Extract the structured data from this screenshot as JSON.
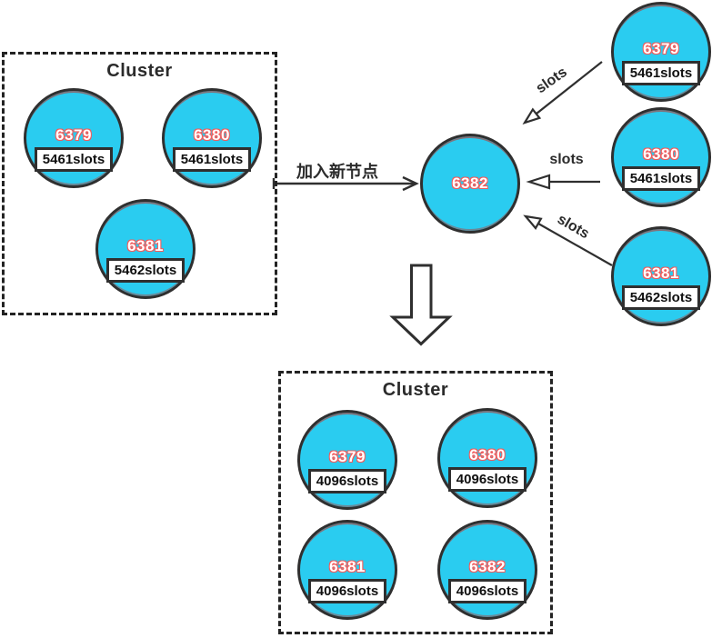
{
  "colors": {
    "node_fill": "#2accf0",
    "node_stroke": "#2f2f2f",
    "node_id_text": "#ffffff",
    "node_id_outline": "#f25c5c",
    "slots_box_bg": "#ffffff",
    "text": "#2b2b2b"
  },
  "before_cluster": {
    "title": "Cluster",
    "nodes": [
      {
        "id": "6379",
        "slots": "5461slots"
      },
      {
        "id": "6380",
        "slots": "5461slots"
      },
      {
        "id": "6381",
        "slots": "5462slots"
      }
    ]
  },
  "join_arrow": {
    "label": "加入新节点"
  },
  "new_node": {
    "id": "6382"
  },
  "source_nodes": [
    {
      "id": "6379",
      "slots": "5461slots",
      "arrow_label": "slots"
    },
    {
      "id": "6380",
      "slots": "5461slots",
      "arrow_label": "slots"
    },
    {
      "id": "6381",
      "slots": "5462slots",
      "arrow_label": "slots"
    }
  ],
  "after_cluster": {
    "title": "Cluster",
    "nodes": [
      {
        "id": "6379",
        "slots": "4096slots"
      },
      {
        "id": "6380",
        "slots": "4096slots"
      },
      {
        "id": "6381",
        "slots": "4096slots"
      },
      {
        "id": "6382",
        "slots": "4096slots"
      }
    ]
  }
}
